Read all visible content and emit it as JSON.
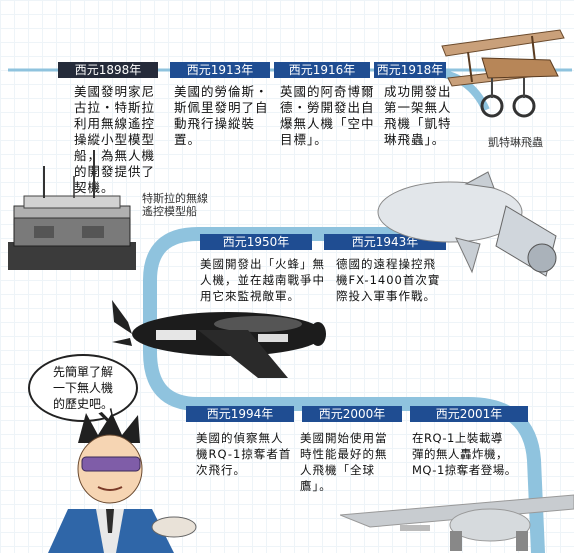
{
  "timeline": {
    "events": [
      {
        "year": "西元1898年",
        "text": "美國發明家尼\n古拉・特斯拉\n利用無線遙控\n操縱小型模型\n船，為無人機\n的開發提供了\n契機。"
      },
      {
        "year": "西元1913年",
        "text": "美國的勞倫斯・\n斯佩里發明了自\n動飛行操縱裝\n置。"
      },
      {
        "year": "西元1916年",
        "text": "英國的阿奇博爾\n德・勞開發出自\n爆無人機「空中\n目標」。"
      },
      {
        "year": "西元1918年",
        "text": "成功開發出\n第一架無人\n飛機「凱特\n琳飛蟲」。"
      },
      {
        "year": "西元1950年",
        "text": "美國開發出「火蜂」無\n人機，並在越南戰爭中\n用它來監視敵軍。"
      },
      {
        "year": "西元1943年",
        "text": "德國的遠程操控飛\n機FX-1400首次實\n際投入軍事作戰。"
      },
      {
        "year": "西元1994年",
        "text": "美國的偵察無人\n機RQ-1掠奪者首\n次飛行。"
      },
      {
        "year": "西元2000年",
        "text": "美國開始使用當\n時性能最好的無\n人飛機「全球\n鷹」。"
      },
      {
        "year": "西元2001年",
        "text": "在RQ-1上裝載導\n彈的無人轟炸機，\nMQ-1掠奪者登場。"
      }
    ]
  },
  "captions": {
    "tesla_boat": "特斯拉的無線\n遙控模型船",
    "kettering_bug": "凱特琳飛蟲"
  },
  "speech_bubble": {
    "text": "先簡單了解\n一下無人機\n的歷史吧。"
  },
  "colors": {
    "timeline_blue": "#8fc3de",
    "label_dark": "#252b3a",
    "label_blue": "#1f4d92"
  }
}
